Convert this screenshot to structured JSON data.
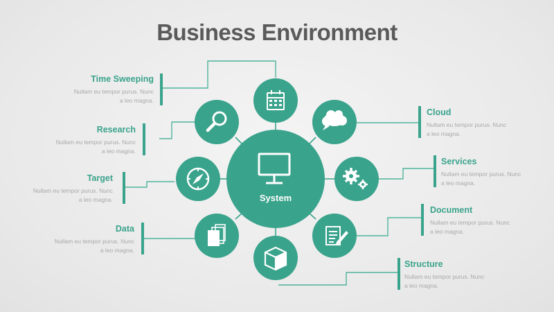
{
  "title": "Business Environment",
  "center": {
    "label": "System"
  },
  "colors": {
    "accent": "#3aa38c",
    "line": "#4fb39c",
    "title": "#5a5a5a",
    "muted": "#a8a8a8"
  },
  "nodes": [
    {
      "title": "Time Sweeping",
      "text1": "Nullam eu tempor purus. Nunc",
      "text2": "a leo magna.",
      "icon": "calendar-icon"
    },
    {
      "title": "Cloud",
      "text1": "Nullam eu tempor purus. Nunc",
      "text2": "a leo magna.",
      "icon": "cloud-icon"
    },
    {
      "title": "Services",
      "text1": "Nullam eu tempor purus. Nunc",
      "text2": "a leo magna.",
      "icon": "gears-icon"
    },
    {
      "title": "Document",
      "text1": "Nullam eu tempor purus. Nunc",
      "text2": "a leo magna.",
      "icon": "document-icon"
    },
    {
      "title": "Structure",
      "text1": "Nullam eu tempor purus. Nunc",
      "text2": "a leo magna.",
      "icon": "box-icon"
    },
    {
      "title": "Data",
      "text1": "Nullam eu tempor purus. Nunc",
      "text2": "a leo magna.",
      "icon": "pages-icon"
    },
    {
      "title": "Target",
      "text1": "Nullam eu tempor purus. Nunc",
      "text2": "a leo magna.",
      "icon": "compass-icon"
    },
    {
      "title": "Research",
      "text1": "Nullam eu tempor purus. Nunc",
      "text2": "a leo magna.",
      "icon": "magnifier-icon"
    }
  ]
}
